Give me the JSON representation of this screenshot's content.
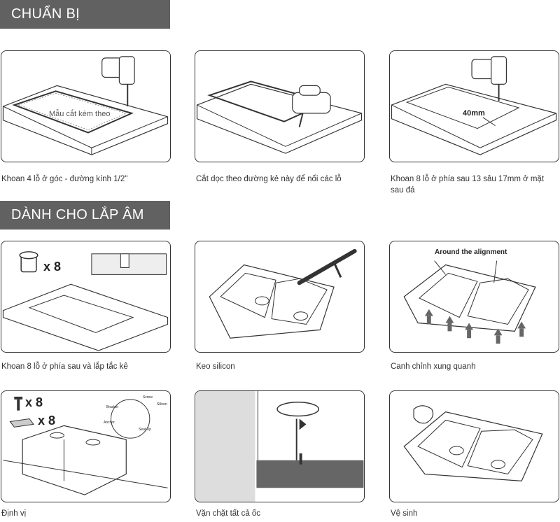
{
  "sections": {
    "prepare": {
      "title": "CHUẨN BỊ"
    },
    "undermount": {
      "title": "DÀNH CHO LẮP ÂM"
    }
  },
  "steps": {
    "s1": {
      "caption": "Khoan 4 lỗ ở góc - đường kính 1/2\"",
      "label": "Mẫu cắt kèm theo"
    },
    "s2": {
      "caption": "Cắt dọc theo đường kẻ này để nối các lỗ"
    },
    "s3": {
      "caption": "Khoan 8 lỗ ở phía sau 13 sâu 17mm ở mặt sau đá",
      "label": "40mm"
    },
    "s4": {
      "caption": "Khoan 8 lỗ ở phía sau và lắp tắc kê",
      "count": "x 8"
    },
    "s5": {
      "caption": "Keo silicon"
    },
    "s6": {
      "caption": "Canh chỉnh xung quanh",
      "label": "Around the alignment"
    },
    "s7": {
      "caption": "Định vị",
      "count_screw": "x 8",
      "count_clip": "x 8",
      "parts": [
        "Screw",
        "Bracket",
        "Silicon",
        "Anchor",
        "Seat Up"
      ]
    },
    "s8": {
      "caption": "Vặn chặt tất cả ốc"
    },
    "s9": {
      "caption": "Vệ sinh"
    }
  }
}
